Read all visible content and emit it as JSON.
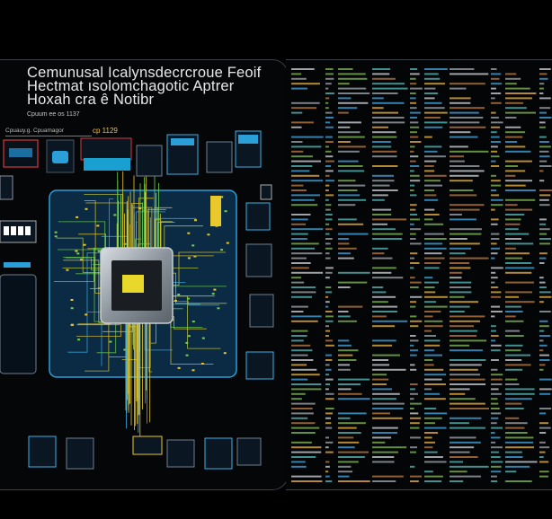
{
  "title_lines": [
    "Cemunusal Icalynsdecrcroue Feoif",
    "Hectmat ısolomchagotic Aptrer",
    "Hoxah cra ê Notibr"
  ],
  "subtitle": "Cpuum ee os 1137",
  "legend_text": "Cpuauy.g. Cpuamagor",
  "code_label": "cp 1129",
  "colors": {
    "background": "#000000",
    "board": "#0b2a44",
    "board_border": "#2a9fd8",
    "trace_yellow": "#e8c82a",
    "trace_green": "#6fd24a",
    "trace_blue": "#3bb0e8",
    "chip": "#9aa3ab",
    "accent_red": "#d23a3a"
  }
}
